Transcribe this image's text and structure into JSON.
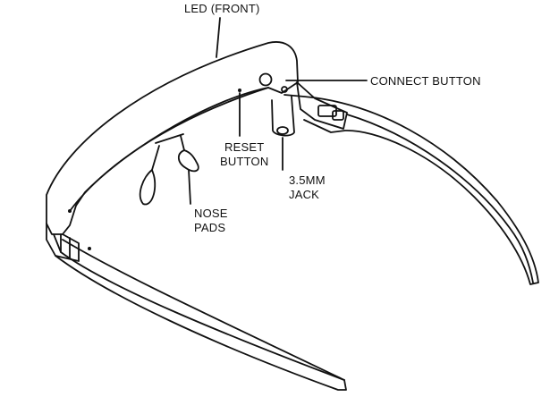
{
  "labels": {
    "led": "LED (FRONT)",
    "connect_button": "CONNECT BUTTON",
    "reset_line1": "RESET",
    "reset_line2": "BUTTON",
    "jack_line1": "3.5MM",
    "jack_line2": "JACK",
    "nose_line1": "NOSE",
    "nose_line2": "PADS"
  },
  "colors": {
    "line": "#111111",
    "fill": "#ffffff"
  }
}
